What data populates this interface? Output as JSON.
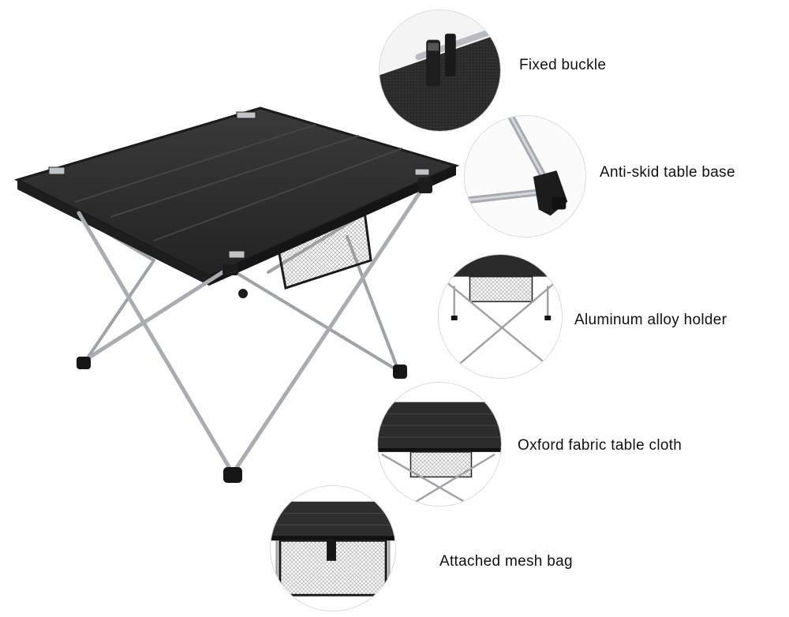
{
  "features": [
    {
      "id": "fixed-buckle",
      "label": "Fixed buckle",
      "icon": "buckle-detail-icon"
    },
    {
      "id": "anti-skid-base",
      "label": "Anti-skid table base",
      "icon": "table-foot-detail-icon"
    },
    {
      "id": "aluminum-holder",
      "label": "Aluminum alloy holder",
      "icon": "frame-detail-icon"
    },
    {
      "id": "oxford-cloth",
      "label": "Oxford fabric table cloth",
      "icon": "tabletop-detail-icon"
    },
    {
      "id": "mesh-bag",
      "label": "Attached mesh bag",
      "icon": "mesh-bag-detail-icon"
    }
  ],
  "colors": {
    "fabric": "#2b2b2b",
    "frame": "#a9adb2",
    "border": "#d9d9d9",
    "text": "#111111"
  }
}
